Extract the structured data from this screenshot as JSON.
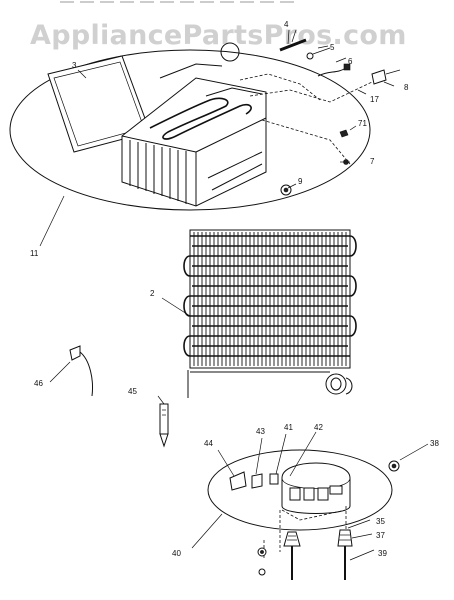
{
  "watermark": "AppliancePartsPros.com",
  "callouts": [
    {
      "id": "c4",
      "text": "4"
    },
    {
      "id": "c5",
      "text": "5"
    },
    {
      "id": "c6",
      "text": "6"
    },
    {
      "id": "c3",
      "text": "3"
    },
    {
      "id": "c8",
      "text": "8"
    },
    {
      "id": "c17",
      "text": "17"
    },
    {
      "id": "c71",
      "text": "71"
    },
    {
      "id": "c7",
      "text": "7"
    },
    {
      "id": "c9",
      "text": "9"
    },
    {
      "id": "c11",
      "text": "11"
    },
    {
      "id": "c2",
      "text": "2"
    },
    {
      "id": "c46",
      "text": "46"
    },
    {
      "id": "c45",
      "text": "45"
    },
    {
      "id": "c43",
      "text": "43"
    },
    {
      "id": "c41",
      "text": "41"
    },
    {
      "id": "c42",
      "text": "42"
    },
    {
      "id": "c44",
      "text": "44"
    },
    {
      "id": "c38",
      "text": "38"
    },
    {
      "id": "c40",
      "text": "40"
    },
    {
      "id": "c35",
      "text": "35"
    },
    {
      "id": "c37",
      "text": "37"
    },
    {
      "id": "c39",
      "text": "39"
    }
  ]
}
